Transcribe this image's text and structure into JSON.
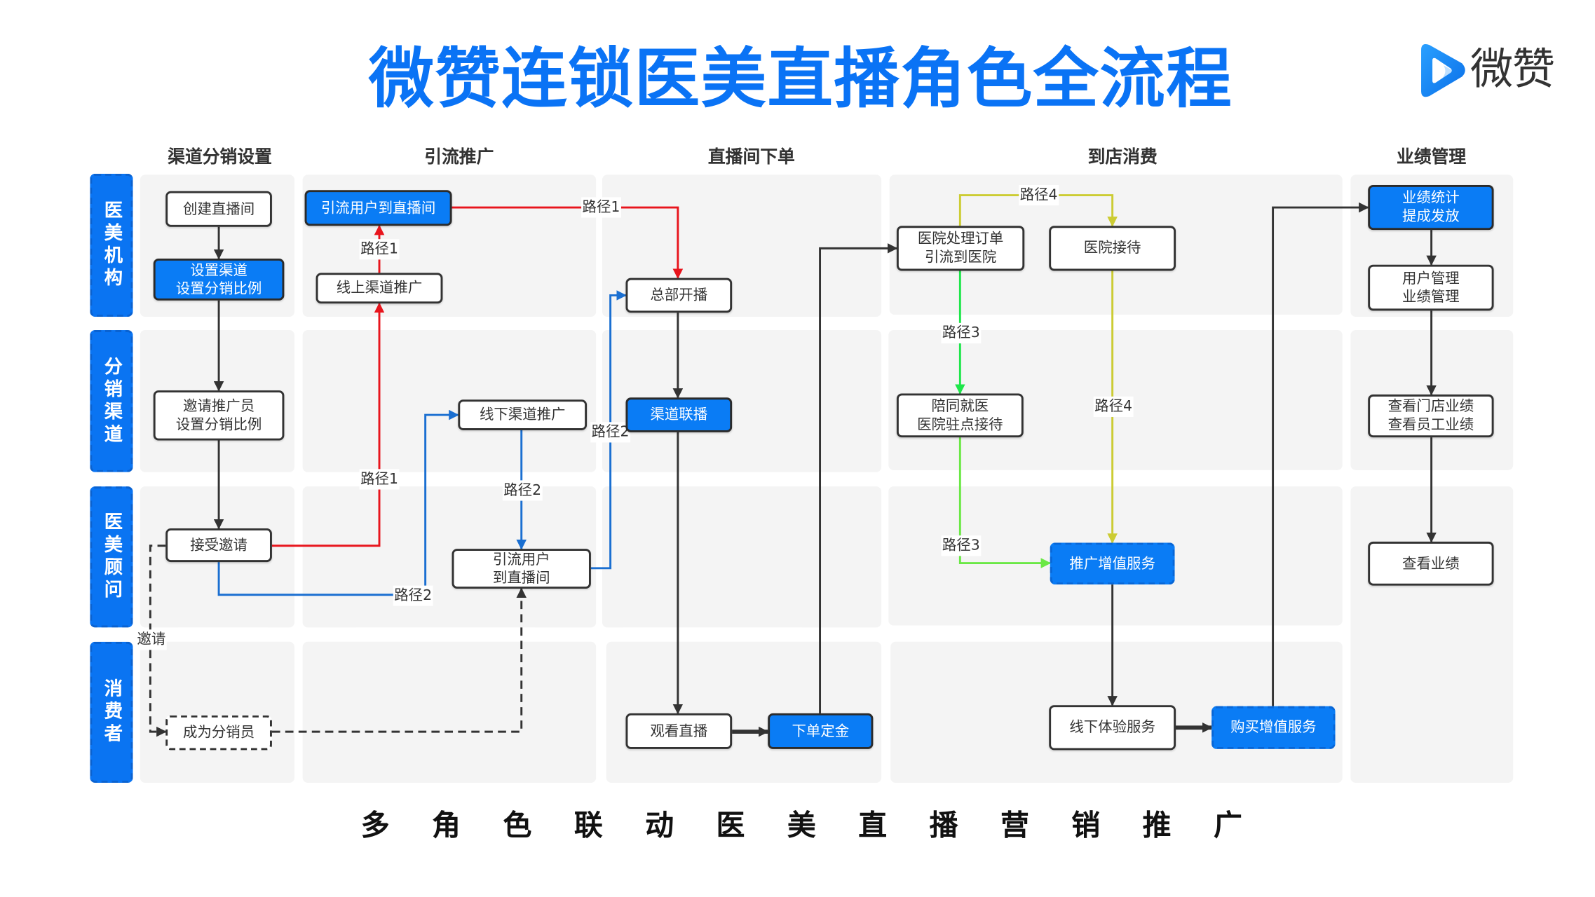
{
  "title": "微赞连锁医美直播角色全流程",
  "logo": {
    "text": "微赞",
    "icon": "play-logo-icon"
  },
  "columns": [
    "渠道分销设置",
    "引流推广",
    "直播间下单",
    "到店消费",
    "业绩管理"
  ],
  "rows": [
    "医美机构",
    "分销渠道",
    "医美顾问",
    "消费者"
  ],
  "nodes": [
    {
      "text": "创建直播间",
      "style": "white"
    },
    {
      "text": "设置渠道\n设置分销比例",
      "style": "blue"
    },
    {
      "text": "邀请推广员\n设置分销比例",
      "style": "white"
    },
    {
      "text": "接受邀请",
      "style": "white"
    },
    {
      "text": "成为分销员",
      "style": "white-dashed"
    },
    {
      "text": "引流用户到直播间",
      "style": "blue"
    },
    {
      "text": "线上渠道推广",
      "style": "white"
    },
    {
      "text": "线下渠道推广",
      "style": "white"
    },
    {
      "text": "引流用户\n到直播间",
      "style": "white"
    },
    {
      "text": "总部开播",
      "style": "white"
    },
    {
      "text": "渠道联播",
      "style": "blue"
    },
    {
      "text": "观看直播",
      "style": "white"
    },
    {
      "text": "下单定金",
      "style": "blue"
    },
    {
      "text": "医院处理订单\n引流到医院",
      "style": "white"
    },
    {
      "text": "医院接待",
      "style": "white"
    },
    {
      "text": "陪同就医\n医院驻点接待",
      "style": "white"
    },
    {
      "text": "推广增值服务",
      "style": "blue-dashed"
    },
    {
      "text": "线下体验服务",
      "style": "white"
    },
    {
      "text": "购买增值服务",
      "style": "blue-dashed"
    },
    {
      "text": "业绩统计\n提成发放",
      "style": "blue"
    },
    {
      "text": "用户管理\n业绩管理",
      "style": "white"
    },
    {
      "text": "查看门店业绩\n查看员工业绩",
      "style": "white"
    },
    {
      "text": "查看业绩",
      "style": "white"
    }
  ],
  "edge_labels": [
    {
      "text": "路径1",
      "path": "path1"
    },
    {
      "text": "路径1",
      "path": "path1"
    },
    {
      "text": "路径1",
      "path": "path1"
    },
    {
      "text": "路径2",
      "path": "path2"
    },
    {
      "text": "路径2",
      "path": "path2"
    },
    {
      "text": "路径2",
      "path": "path2"
    },
    {
      "text": "路径4",
      "path": "path4"
    },
    {
      "text": "路径3",
      "path": "path3"
    },
    {
      "text": "路径3",
      "path": "path3"
    },
    {
      "text": "路径4",
      "path": "path4"
    },
    {
      "text": "邀请",
      "path": "invite"
    }
  ],
  "tagline": "多角色联动医美直播营销推广",
  "colors": {
    "title": "#0a73f5",
    "node_blue": "#0a7cf5",
    "lane_bg": "#f4f4f4",
    "flow_default": "#333333",
    "path1": "#e8141c",
    "path2": "#1a6fd1",
    "path3": "#1ee64a",
    "path3_light": "#6ae845",
    "path4": "#cccc33"
  }
}
